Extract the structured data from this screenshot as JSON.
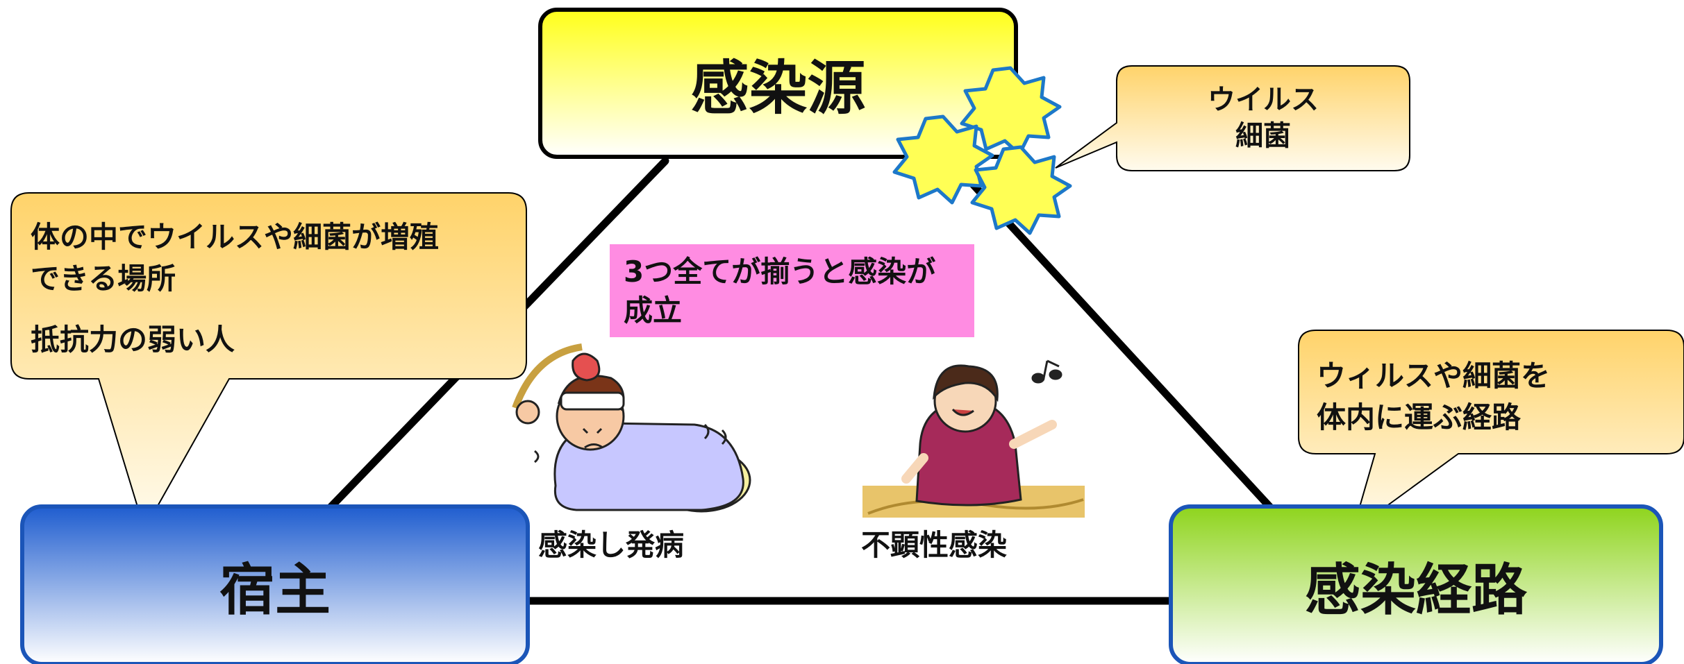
{
  "nodes": {
    "source": "感染源",
    "host": "宿主",
    "route": "感染経路"
  },
  "callouts": {
    "source": "ウイルス\n細菌",
    "host_line1": "体の中でウイルスや細菌が増殖\nできる場所",
    "host_line2": "抵抗力の弱い人",
    "route": "ウィルスや細菌を\n体内に運ぶ経路"
  },
  "center_note": "3つ全てが揃うと感染が\n成立",
  "figures": {
    "sick": "感染し発病",
    "healthy": "不顕性感染"
  },
  "icons": [
    "virus-icon",
    "sick-person-icon",
    "healthy-person-icon",
    "music-note-icon"
  ],
  "colors": {
    "source_box": "#ffff1e",
    "host_box": "#1f5fd0",
    "route_box": "#8fd61f",
    "callout": "#ffd978",
    "center_note_bg": "#ff8ce2",
    "virus": "#ffff55"
  }
}
